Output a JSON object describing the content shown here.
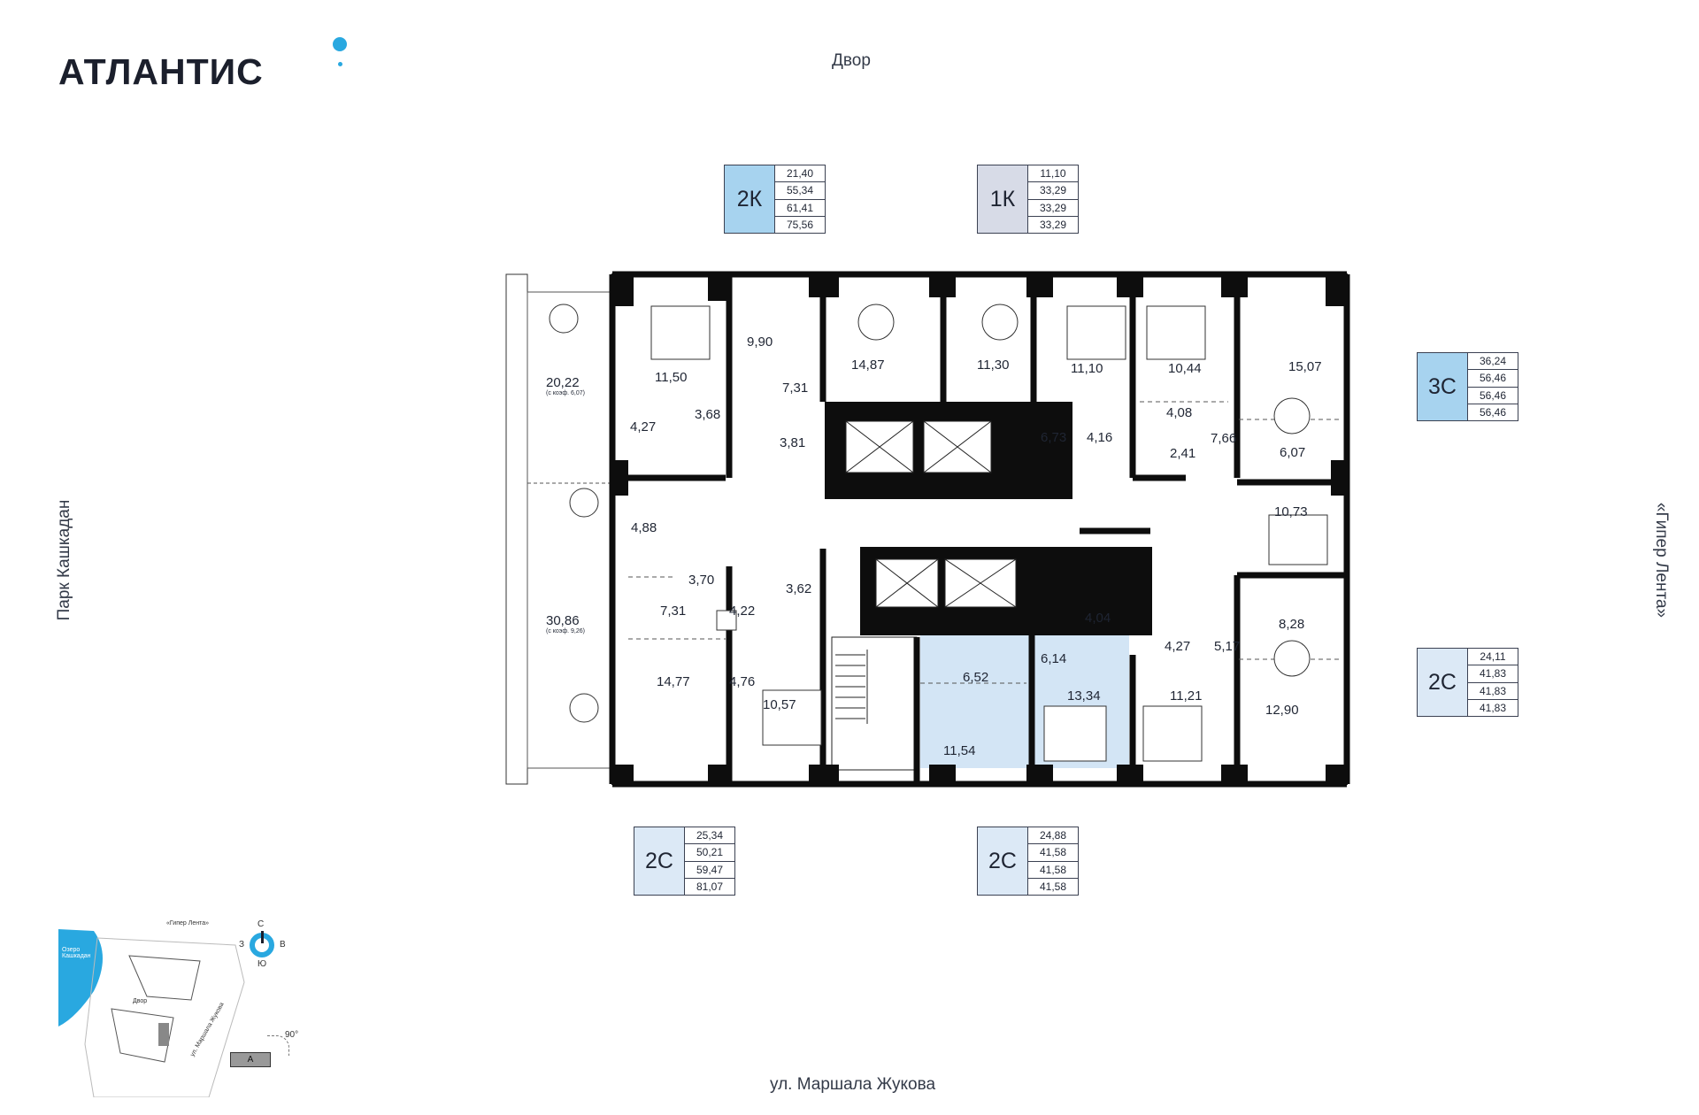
{
  "logo": {
    "text": "АТЛАНТИС"
  },
  "streets": {
    "top": "Двор",
    "bottom": "ул. Маршала Жукова",
    "left": "Парк Кашкадан",
    "right": "«Гипер Лента»"
  },
  "units": [
    {
      "code": "2К",
      "areas": [
        "21,40",
        "55,34",
        "61,41",
        "75,56"
      ],
      "color": "#a7d3ef"
    },
    {
      "code": "1К",
      "areas": [
        "11,10",
        "33,29",
        "33,29",
        "33,29"
      ],
      "color": "#d7dbe7"
    },
    {
      "code": "3С",
      "areas": [
        "36,24",
        "56,46",
        "56,46",
        "56,46"
      ],
      "color": "#a7d3ef"
    },
    {
      "code": "2С",
      "areas": [
        "24,11",
        "41,83",
        "41,83",
        "41,83"
      ],
      "color": "#dce9f6"
    },
    {
      "code": "2С",
      "areas": [
        "25,34",
        "50,21",
        "59,47",
        "81,07"
      ],
      "color": "#dce9f6"
    },
    {
      "code": "2С",
      "areas": [
        "24,88",
        "41,58",
        "41,58",
        "41,58"
      ],
      "color": "#dce9f6"
    }
  ],
  "rooms": [
    {
      "label": "20,22",
      "note": "(с коэф. 6,07)"
    },
    {
      "label": "30,86",
      "note": "(с коэф. 9,26)"
    },
    {
      "label": "11,50"
    },
    {
      "label": "9,90"
    },
    {
      "label": "14,87"
    },
    {
      "label": "11,30"
    },
    {
      "label": "11,10"
    },
    {
      "label": "10,44"
    },
    {
      "label": "15,07"
    },
    {
      "label": "7,31"
    },
    {
      "label": "4,27"
    },
    {
      "label": "3,68"
    },
    {
      "label": "3,81"
    },
    {
      "label": "6,73"
    },
    {
      "label": "4,16"
    },
    {
      "label": "4,08"
    },
    {
      "label": "2,41"
    },
    {
      "label": "7,66"
    },
    {
      "label": "6,07"
    },
    {
      "label": "10,73"
    },
    {
      "label": "4,88"
    },
    {
      "label": "3,70"
    },
    {
      "label": "3,62"
    },
    {
      "label": "7,31"
    },
    {
      "label": "4,22"
    },
    {
      "label": "4,04"
    },
    {
      "label": "4,27"
    },
    {
      "label": "5,17"
    },
    {
      "label": "8,28"
    },
    {
      "label": "6,14"
    },
    {
      "label": "6,52"
    },
    {
      "label": "14,77"
    },
    {
      "label": "4,76"
    },
    {
      "label": "13,34"
    },
    {
      "label": "11,21"
    },
    {
      "label": "12,90"
    },
    {
      "label": "10,57"
    },
    {
      "label": "11,54"
    }
  ],
  "compass": {
    "n": "С",
    "s": "Ю",
    "w": "З",
    "e": "В"
  },
  "site_map": {
    "lake": "Озеро Кашкадан",
    "store": "«Гипер Лента»",
    "yard": "Двор",
    "street": "ул. Маршала Жукова",
    "rotation": "90°",
    "section": "А"
  },
  "colors": {
    "accent": "#29a8e0",
    "wall": "#0d0d0d",
    "highlight": "#d3e5f5"
  }
}
